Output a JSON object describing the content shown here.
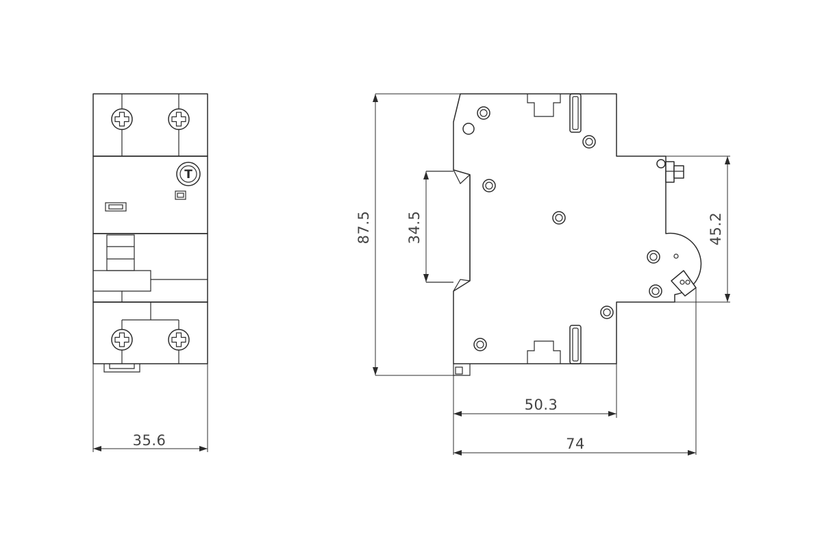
{
  "dimensions": {
    "front_width": "35.6",
    "overall_height": "87.5",
    "rail_height": "34.5",
    "module_height": "45.2",
    "front_depth": "50.3",
    "total_depth": "74"
  },
  "test_button": {
    "label": "T"
  },
  "colors": {
    "line": "#2b2b2b",
    "text": "#444444",
    "background": "#ffffff"
  }
}
